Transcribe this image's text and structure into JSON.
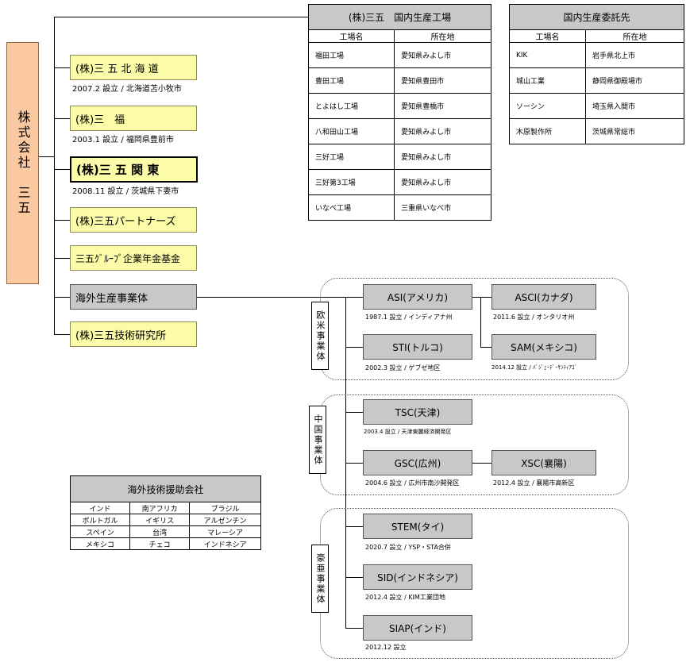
{
  "root": {
    "label": "株式会社　三五"
  },
  "subsidiaries": [
    {
      "name": "(株)三 五 北 海 道",
      "note": "2007.2 設立 / 北海道苫小牧市"
    },
    {
      "name": "(株)三　福",
      "note": "2003.1 設立 / 福岡県豊前市"
    },
    {
      "name": "(株)三 五 関 東",
      "note": "2008.11 設立 / 茨城県下妻市"
    },
    {
      "name": "(株)三五パートナーズ",
      "note": ""
    },
    {
      "name": "三五ｸﾞﾙｰﾌﾟ企業年金基金",
      "note": ""
    },
    {
      "name": "海外生産事業体",
      "note": ""
    },
    {
      "name": "(株)三五技術研究所",
      "note": ""
    }
  ],
  "domestic_plants": {
    "title": "(株)三五　国内生産工場",
    "headers": [
      "工場名",
      "所在地"
    ],
    "rows": [
      [
        "福田工場",
        "愛知県みよし市"
      ],
      [
        "豊田工場",
        "愛知県豊田市"
      ],
      [
        "とよはし工場",
        "愛知県豊橋市"
      ],
      [
        "八和田山工場",
        "愛知県みよし市"
      ],
      [
        "三好工場",
        "愛知県みよし市"
      ],
      [
        "三好第3工場",
        "愛知県みよし市"
      ],
      [
        "いなべ工場",
        "三重県いなべ市"
      ]
    ]
  },
  "domestic_contractors": {
    "title": "国内生産委託先",
    "headers": [
      "工場名",
      "所在地"
    ],
    "rows": [
      [
        "KIK",
        "岩手県北上市"
      ],
      [
        "城山工業",
        "静岡県御殿場市"
      ],
      [
        "ソーシン",
        "埼玉県入間市"
      ],
      [
        "木原製作所",
        "茨城県常総市"
      ]
    ]
  },
  "regions": {
    "americas_europe": "欧米事業体",
    "china": "中国事業体",
    "asia_oceania": "豪亜事業体"
  },
  "overseas": {
    "asi": {
      "name": "ASI(アメリカ)",
      "note": "1987.1 設立 / インディアナ州"
    },
    "asci": {
      "name": "ASCI(カナダ)",
      "note": "2011.6 設立 / オンタリオ州"
    },
    "sti": {
      "name": "STI(トルコ)",
      "note": "2002.3 設立 / ゲブゼ地区"
    },
    "sam": {
      "name": "SAM(メキシコ)",
      "note": "2014.12 設立 / ﾊﾞｼﾞｪ･ﾃﾞ･ｻﾝﾃｨｱｺﾞ"
    },
    "tsc": {
      "name": "TSC(天津)",
      "note": "2003.4 設立 / 天津東麗経済開発区"
    },
    "gsc": {
      "name": "GSC(広州)",
      "note": "2004.6 設立 / 広州市南沙開発区"
    },
    "xsc": {
      "name": "XSC(襄陽)",
      "note": "2012.4 設立 / 襄陽市高新区"
    },
    "stem": {
      "name": "STEM(タイ)",
      "note": "2020.7 設立 / YSP・STA合併"
    },
    "sid": {
      "name": "SID(インドネシア)",
      "note": "2012.4 設立 / KIM工業団地"
    },
    "siap": {
      "name": "SIAP(インド)",
      "note": "2012.12 設立"
    }
  },
  "tech_assist": {
    "title": "海外技術援助会社",
    "rows": [
      [
        "インド",
        "南アフリカ",
        "ブラジル"
      ],
      [
        "ポルトガル",
        "イギリス",
        "アルゼンチン"
      ],
      [
        "スペイン",
        "台湾",
        "マレーシア"
      ],
      [
        "メキシコ",
        "チェコ",
        "インドネシア"
      ]
    ]
  }
}
